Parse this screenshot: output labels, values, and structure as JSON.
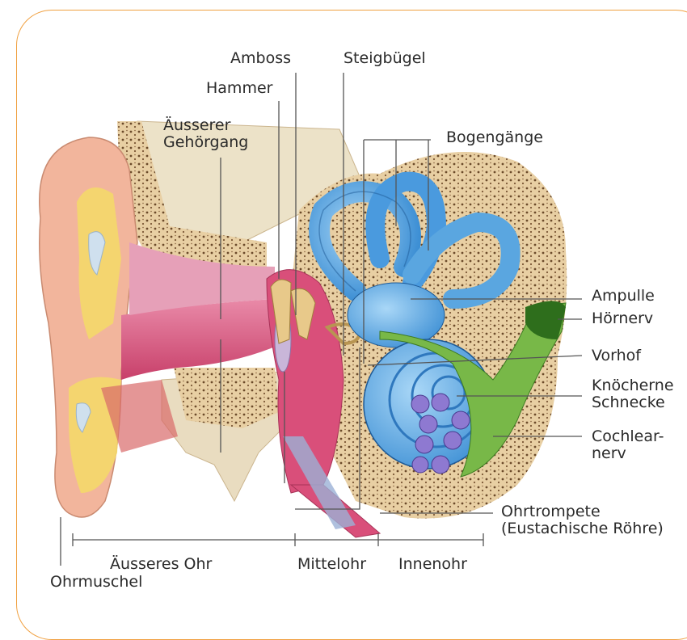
{
  "labels": {
    "amboss": "Amboss",
    "steigbuegel": "Steigbügel",
    "hammer": "Hammer",
    "gehoergang_1": "Äusserer",
    "gehoergang_2": "Gehörgang",
    "bogengaenge": "Bogengänge",
    "ampulle": "Ampulle",
    "hoernerv": "Hörnerv",
    "vorhof": "Vorhof",
    "schnecke_1": "Knöcherne",
    "schnecke_2": "Schnecke",
    "cochlear_1": "Cochlear-",
    "cochlear_2": "nerv",
    "ohrtrompete_1": "Ohrtrompete",
    "ohrtrompete_2": "(Eustachische Röhre)",
    "aeusseres_ohr": "Äusseres Ohr",
    "mittelohr": "Mittelohr",
    "innenohr": "Innenohr",
    "ohrmuschel": "Ohrmuschel"
  },
  "colors": {
    "frame": "#f0a040",
    "skin": "#f2b59c",
    "bone": "#e9dcc0",
    "spongy_bone": "#d9bf95",
    "canal": "#d9567f",
    "inner_ear": "#5aa6e0",
    "nerve": "#7ab648",
    "leader": "#555555"
  }
}
